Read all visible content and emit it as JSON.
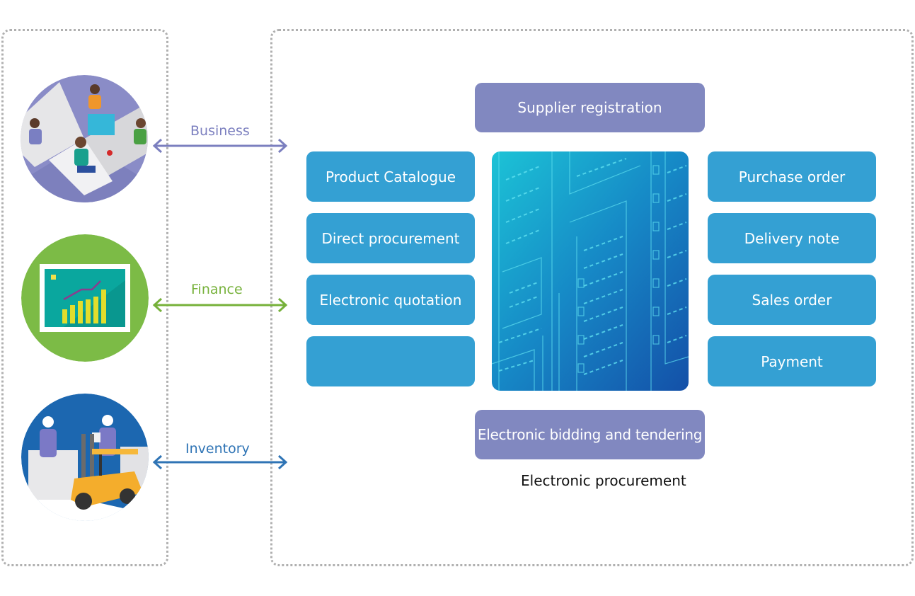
{
  "colors": {
    "business": "#7b7fbf",
    "finance": "#76b13a",
    "inventory": "#2f74b5",
    "purple_box": "#8188c0",
    "blue_box": "#34a0d3",
    "panel_border": "#b0b0b0"
  },
  "actors": [
    {
      "name": "business",
      "label": "Business",
      "icon": "office-workers-illustration"
    },
    {
      "name": "finance",
      "label": "Finance",
      "icon": "financial-chart-illustration"
    },
    {
      "name": "inventory",
      "label": "Inventory",
      "icon": "forklift-warehouse-illustration"
    }
  ],
  "modules": {
    "top": "Supplier registration",
    "bottom": "Electronic bidding and tendering",
    "left": [
      "Product Catalogue",
      "Direct procurement",
      "Electronic quotation",
      ""
    ],
    "right": [
      "Purchase order",
      "Delivery note",
      "Sales order",
      "Payment"
    ]
  },
  "center_icon": "circuit-board-illustration",
  "caption": "Electronic procurement"
}
